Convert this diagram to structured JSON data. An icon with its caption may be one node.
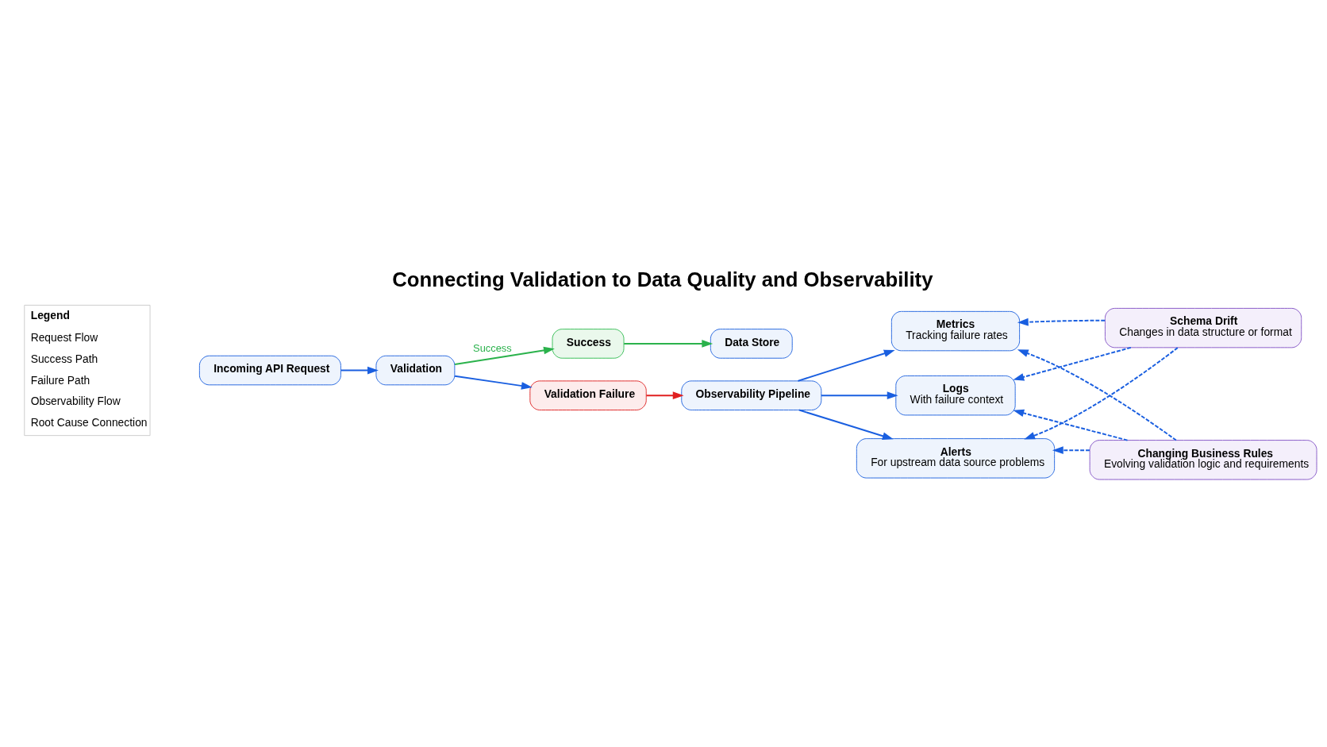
{
  "diagram": {
    "title": "Connecting Validation to Data Quality and Observability",
    "nodes": [
      {
        "text": [
          "Incoming API Request"
        ]
      },
      {
        "text": [
          "Validation"
        ]
      },
      {
        "text": [
          "Success"
        ]
      },
      {
        "text": [
          "Data Store"
        ]
      },
      {
        "text": [
          "Validation Failure"
        ]
      },
      {
        "text": [
          "Observability Pipeline"
        ]
      },
      {
        "text": [
          "Metrics",
          "Tracking failure rates"
        ]
      },
      {
        "text": [
          "Logs",
          "With failure context"
        ]
      },
      {
        "text": [
          "Alerts",
          "For upstream data source problems"
        ]
      },
      {
        "text": [
          "Schema Drift",
          "Changes in data structure or format"
        ]
      },
      {
        "text": [
          "Changing Business Rules",
          "Evolving validation logic and requirements"
        ]
      }
    ],
    "edges": [
      {
        "from": 0,
        "to": 1,
        "arrow": "to"
      },
      {
        "from": 1,
        "to": 2,
        "arrow": "to",
        "label": "Success",
        "color": "#2bb24c"
      },
      {
        "from": 2,
        "to": 3,
        "arrow": "to",
        "color": "#2bb24c"
      },
      {
        "from": 1,
        "to": 4,
        "arrow": "to"
      },
      {
        "from": 4,
        "to": 5,
        "arrow": "to",
        "color": "#e02020"
      },
      {
        "from": 5,
        "to": 6,
        "arrow": "to"
      },
      {
        "from": 5,
        "to": 7,
        "arrow": "to"
      },
      {
        "from": 5,
        "to": 8,
        "arrow": "to"
      },
      {
        "from": 9,
        "to": 6,
        "arrow": "to",
        "style": "dashed"
      },
      {
        "from": 9,
        "to": 7,
        "arrow": "to",
        "style": "dashed"
      },
      {
        "from": 9,
        "to": 8,
        "arrow": "to",
        "style": "dashed"
      },
      {
        "from": 10,
        "to": 6,
        "arrow": "to",
        "style": "dashed"
      },
      {
        "from": 10,
        "to": 7,
        "arrow": "to",
        "style": "dashed"
      },
      {
        "from": 10,
        "to": 8,
        "arrow": "to",
        "style": "dashed"
      }
    ],
    "labels": [
      "Legend"
    ],
    "legend": [
      {
        "text": "Request Flow"
      },
      {
        "text": "Success Path"
      },
      {
        "text": "Failure Path"
      },
      {
        "text": "Observability Flow"
      },
      {
        "text": "Root Cause Connection"
      }
    ]
  }
}
